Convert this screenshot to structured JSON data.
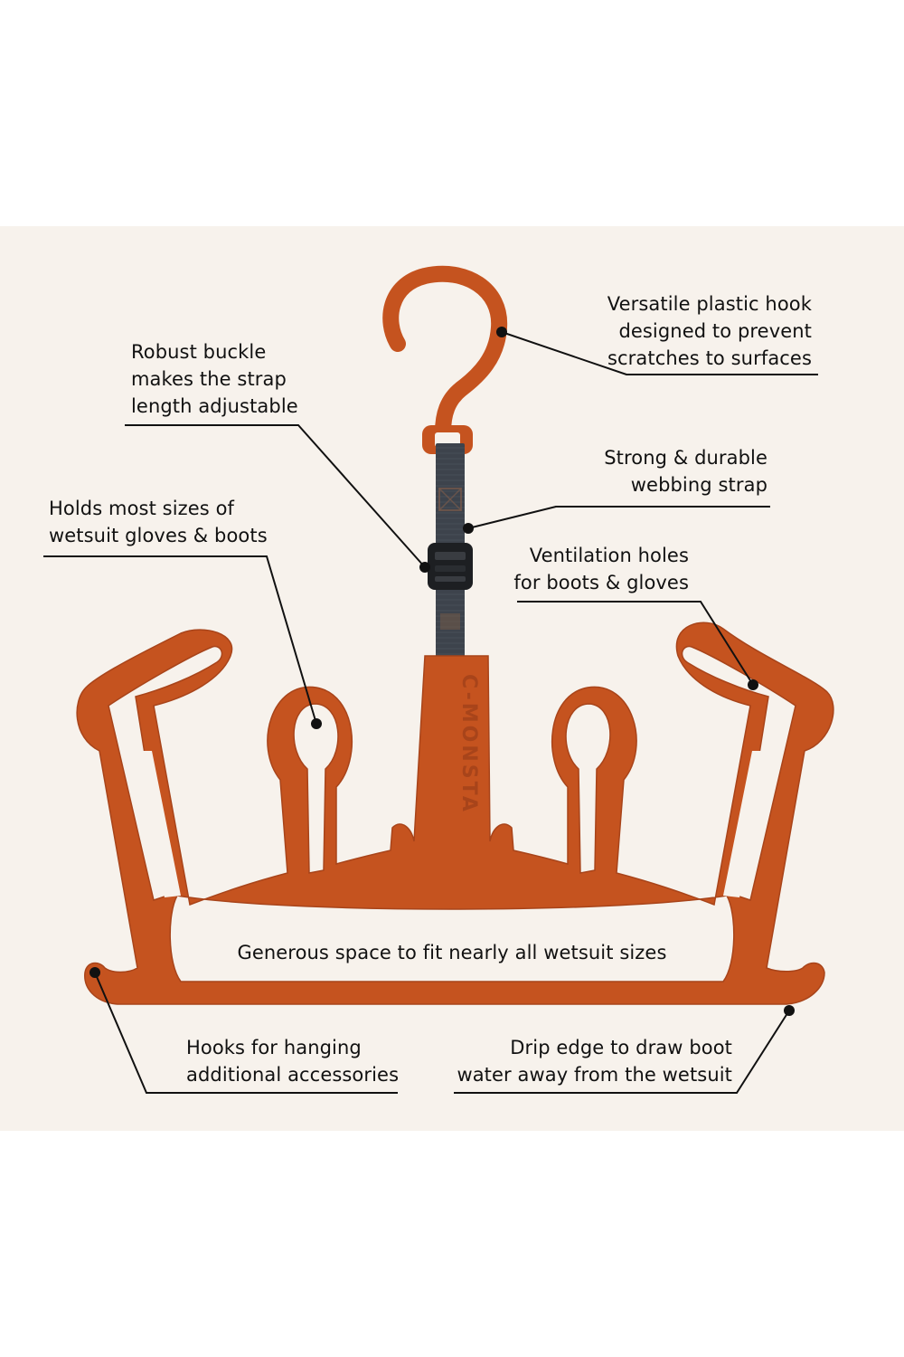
{
  "brand": {
    "logo_text": "C-MONSTA",
    "hanger_color": "#c5531f",
    "strap_color": "#3d434c",
    "background": "#f7f2ec"
  },
  "callouts": {
    "hook": [
      "Versatile plastic hook",
      "designed to prevent",
      "scratches to surfaces"
    ],
    "buckle": [
      "Robust buckle",
      "makes the strap",
      "length adjustable"
    ],
    "strap": [
      "Strong & durable",
      "webbing strap"
    ],
    "holds": [
      "Holds most sizes of",
      "wetsuit gloves & boots"
    ],
    "ventilation": [
      "Ventilation holes",
      "for boots & gloves"
    ],
    "space": [
      "Generous space to fit nearly all wetsuit sizes"
    ],
    "hooks": [
      "Hooks for hanging",
      "additional accessories"
    ],
    "drip": [
      "Drip edge to draw boot",
      "water away from the wetsuit"
    ]
  }
}
